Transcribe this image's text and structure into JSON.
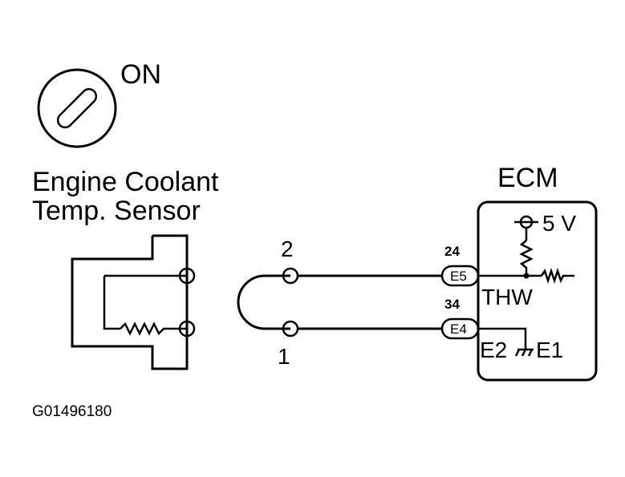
{
  "ignition": {
    "state_label": "ON",
    "icon": "ignition-key-icon"
  },
  "sensor": {
    "title_line1": "Engine Coolant",
    "title_line2": "Temp. Sensor"
  },
  "harness": {
    "pin_top": "2",
    "pin_bottom": "1"
  },
  "ecm": {
    "title": "ECM",
    "supply_label": "5 V",
    "signal_label": "THW",
    "ground_label_e2": "E2",
    "ground_label_e1": "E1",
    "connector_top": {
      "pin": "24",
      "label": "E5"
    },
    "connector_bottom": {
      "pin": "34",
      "label": "E4"
    }
  },
  "figure_id": "G01496180"
}
